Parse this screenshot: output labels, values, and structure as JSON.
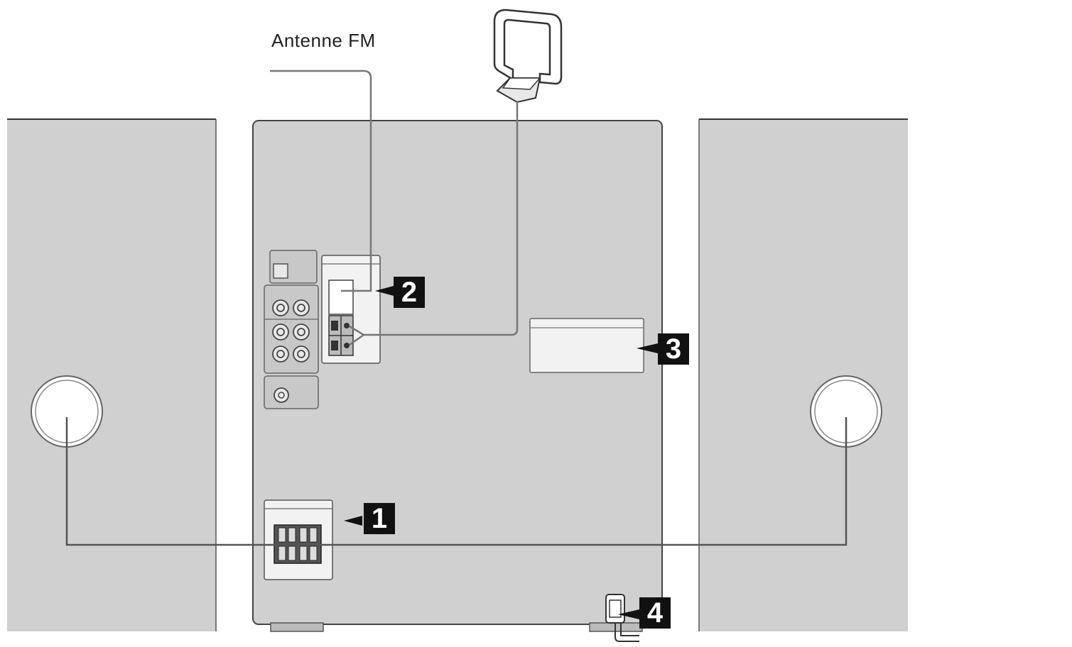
{
  "labels": {
    "fm_antenna": "Antenne FM"
  },
  "callouts": [
    "1",
    "2",
    "3",
    "4"
  ],
  "colors": {
    "panel": "#d0d0d0",
    "stroke": "#555555",
    "callout_bg": "#111111",
    "callout_text": "#ffffff",
    "background": "#ffffff"
  },
  "icons": {
    "am_loop": "am-loop-antenna-icon",
    "power_plug": "power-plug-icon"
  }
}
